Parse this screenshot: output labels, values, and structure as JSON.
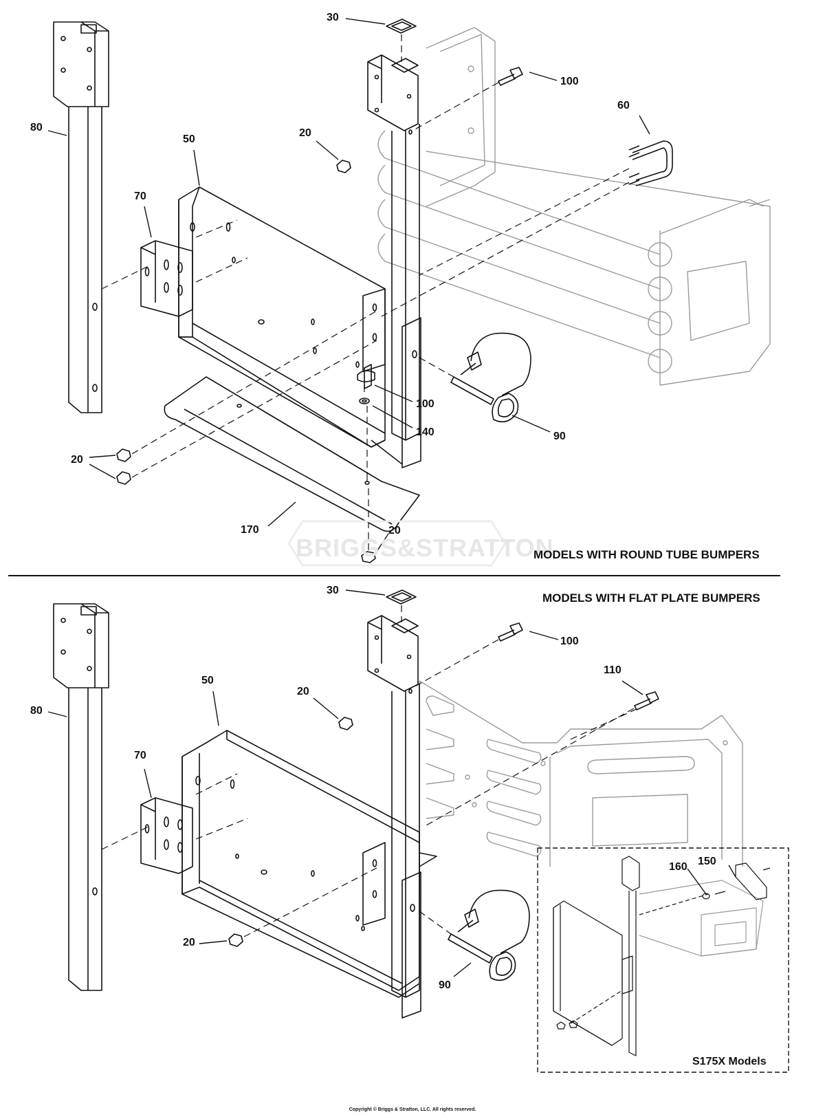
{
  "watermark": "BRIGGS&STRATTON",
  "top": {
    "caption": "MODELS WITH ROUND TUBE BUMPERS",
    "callouts": {
      "c30": "30",
      "c100a": "100",
      "c60": "60",
      "c80": "80",
      "c50": "50",
      "c20a": "20",
      "c70": "70",
      "c100b": "100",
      "c140": "140",
      "c90": "90",
      "c20b": "20",
      "c170": "170",
      "c20c": "20"
    }
  },
  "bottom": {
    "caption": "MODELS WITH FLAT PLATE BUMPERS",
    "callouts": {
      "c30": "30",
      "c100": "100",
      "c110": "110",
      "c80": "80",
      "c50": "50",
      "c20a": "20",
      "c70": "70",
      "c20b": "20",
      "c90": "90"
    },
    "inset": {
      "caption": "S175X Models",
      "c160": "160",
      "c150": "150"
    }
  },
  "footer": {
    "copyright": "Copyright © Briggs & Stratton, LLC. All rights reserved."
  }
}
